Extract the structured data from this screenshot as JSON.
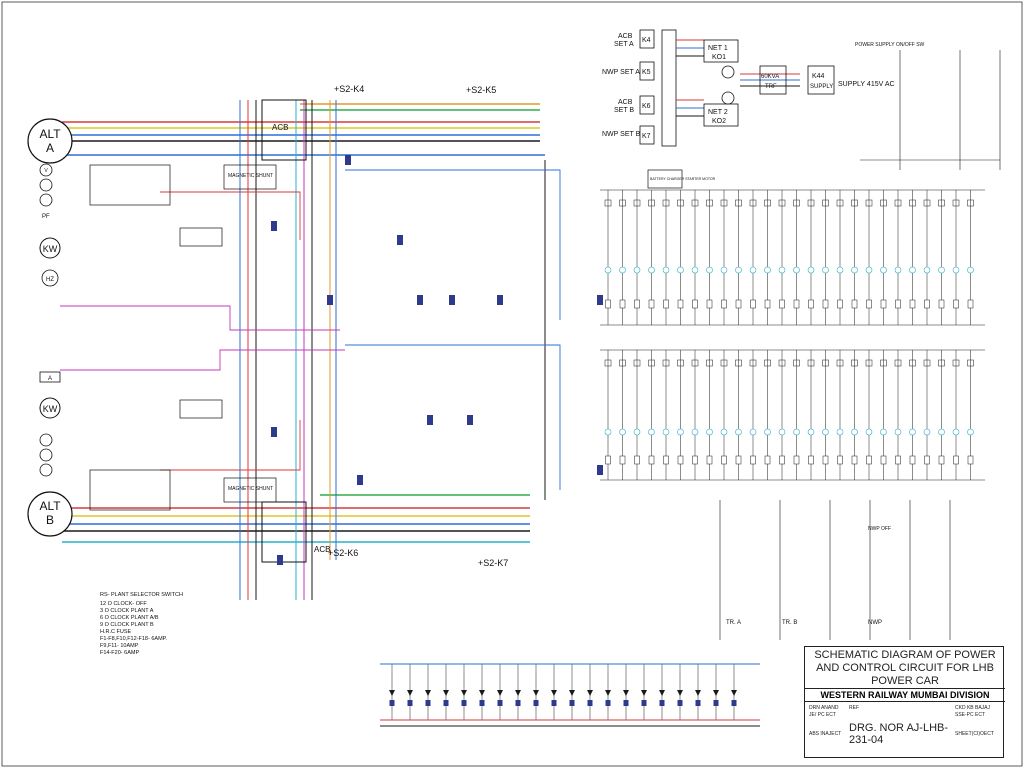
{
  "alternators": {
    "a": [
      "ALT",
      "A"
    ],
    "b": [
      "ALT",
      "B"
    ]
  },
  "meters": {
    "kw_top": "KW",
    "kw_bottom": "KW",
    "pf_label": "PF",
    "hz_label": "HZ",
    "v_label": "V",
    "a_label": "A"
  },
  "contactors": {
    "k4": "K4",
    "k5": "K5",
    "k6": "K6",
    "k7": "K7",
    "k44": "K44",
    "ko1": "KO1",
    "ko2": "KO2"
  },
  "sets": {
    "acb_a": [
      "ACB",
      "SET A"
    ],
    "nwp_a": "NWP SET A",
    "acb_b": [
      "ACB",
      "SET B"
    ],
    "nwp_b": "NWP SET B"
  },
  "bus_labels": {
    "s2k4": "+S2-K4",
    "s2k5": "+S2-K5",
    "s2k6": "+S2-K6",
    "s2k7": "+S2-K7",
    "acb_top": "ACB",
    "acb_bottom": "ACB",
    "net1": "NET 1",
    "net2": "NET 2",
    "trf": "TRF",
    "kva": "60KVA",
    "supply": "SUPPLY",
    "supply415": "SUPPLY 415V AC",
    "battery": "BATTERY CHARGER STARTER MOTOR",
    "power_supply_on": "POWER SUPPLY ON/OFF SW",
    "magnetic_shunt_top": "MAGNETIC SHUNT",
    "magnetic_shunt_bottom": "MAGNETIC SHUNT"
  },
  "legend": {
    "lines": [
      "RS- PLANT SELECTOR SWITCH",
      "12 O CLOCK- OFF",
      "3 O CLOCK PLANT A",
      "6 O CLOCK PLANT A/B",
      "9 O CLOCK PLANT B",
      "H.R.C FUSE",
      "F1-F8,F10,F12-F18- 6AMP.",
      "F9,F11- 10AMP",
      "F14-F20- 6AMP"
    ]
  },
  "title_block": {
    "title_lines": [
      "SCHEMATIC DIAGRAM OF POWER",
      "AND CONTROL CIRCUIT FOR LHB",
      "POWER CAR"
    ],
    "organisation": "WESTERN RAILWAY MUMBAI DIVISION",
    "drawing_number": "DRG. NOR AJ-LHB-231-04",
    "drn": "DRN ANAND",
    "drn_sub": "JE/ PC ECT",
    "ref": "REF",
    "chkd": "CKD KB BAJAJ",
    "chkd_sub": "SSE-PC ECT",
    "appd": "ABS INAJECT",
    "sheet": "SHEET(CI)OECT"
  },
  "bottom_right_labels": {
    "tr_a": "TR. A",
    "tr_b": "TR. B",
    "nwp": "NWP",
    "nwp_off": "NWP OFF"
  },
  "colors": {
    "line_red": "#d93a3a",
    "line_blue": "#2f6fd6",
    "line_cyan": "#27b3c9",
    "line_green": "#2fae4a",
    "line_orange": "#e39a2a",
    "line_magenta": "#c03ab7",
    "line_yellow": "#d8c92a",
    "line_black": "#1a1a1a",
    "fuse_navy": "#2e3a8c"
  }
}
